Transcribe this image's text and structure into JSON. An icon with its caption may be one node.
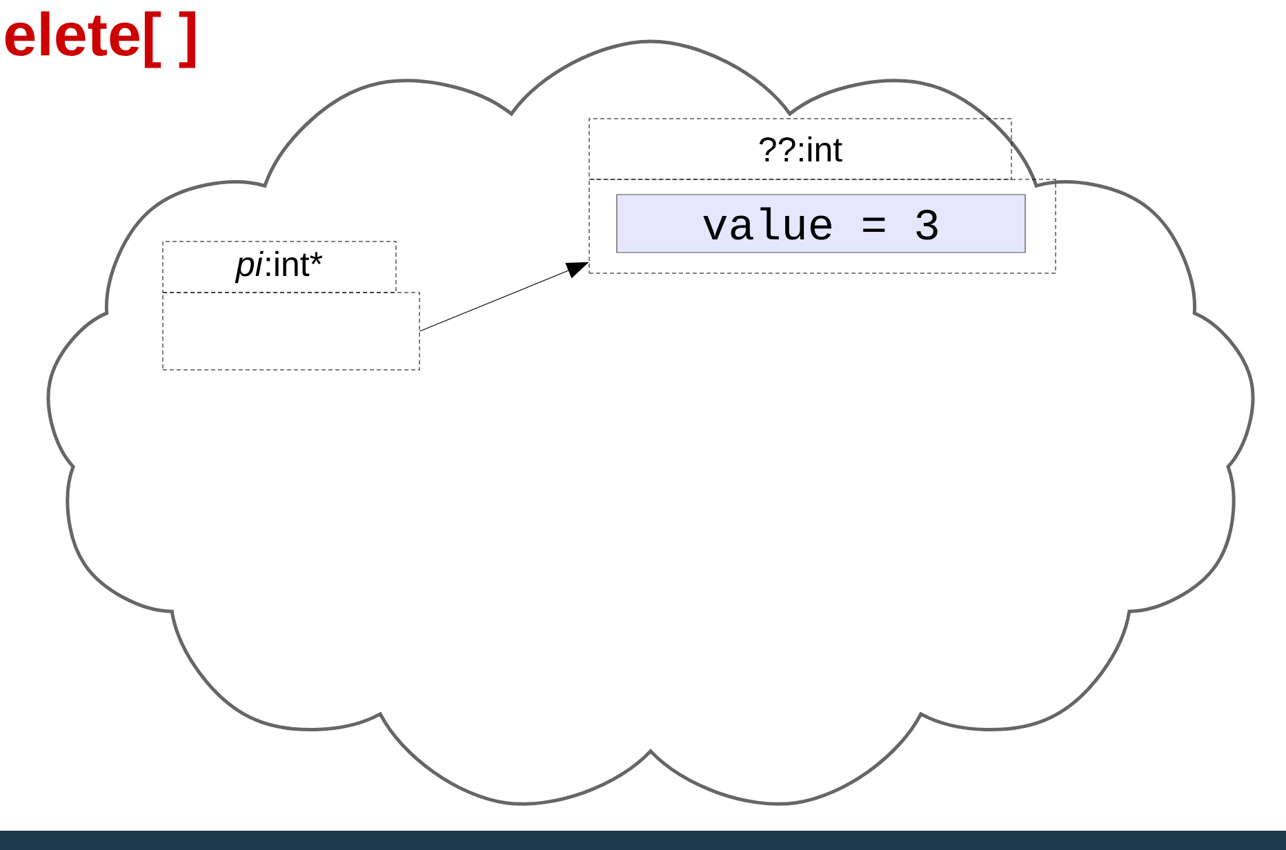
{
  "diagram": {
    "title": "elete[ ]",
    "nodes": [
      {
        "text": [],
        "shape": "cloud"
      },
      {
        "text": [
          "*pi*:int*"
        ],
        "in": 0
      },
      {
        "text": [],
        "shape": "box",
        "in": 0
      },
      {
        "text": [
          "??:int"
        ],
        "in": 0
      },
      {
        "text": [],
        "shape": "box",
        "in": 0
      },
      {
        "text": [
          "value = 3"
        ],
        "in": 4
      }
    ],
    "edges": [
      {
        "from": 2,
        "to": 4,
        "arrow": "to"
      }
    ]
  }
}
